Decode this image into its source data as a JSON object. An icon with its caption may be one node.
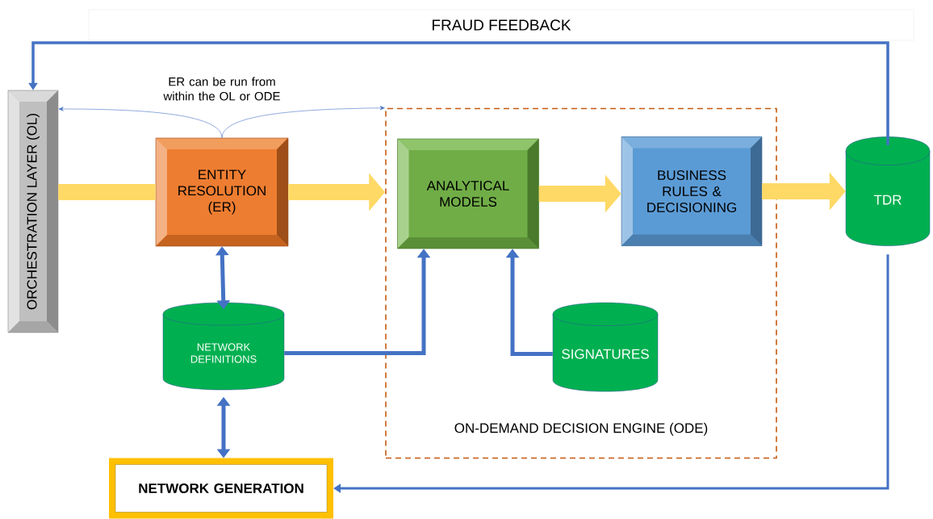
{
  "diagram": {
    "nodes": [
      {
        "text": [
          "ORCHESTRATION LAYER (OL)"
        ]
      },
      {
        "text": [
          "ON-DEMAND DECISION ENGINE (ODE)"
        ]
      },
      {
        "text": [
          "ENTITY RESOLUTION (ER)"
        ]
      },
      {
        "text": [
          "ANALYTICAL MODELS"
        ],
        "in": 1
      },
      {
        "text": [
          "BUSINESS RULES & DECISIONING"
        ],
        "in": 1
      },
      {
        "text": [
          "TDR"
        ]
      },
      {
        "text": [
          "NETWORK DEFINITIONS"
        ]
      },
      {
        "text": [
          "SIGNATURES"
        ],
        "in": 1
      },
      {
        "text": [
          "NETWORK GENERATION"
        ]
      }
    ],
    "edges": [
      {
        "from": 0,
        "to": 2,
        "arrow": "none",
        "style": "thick",
        "color": "#ffd966"
      },
      {
        "from": 2,
        "to": 1,
        "arrow": "to",
        "style": "thick",
        "color": "#ffd966"
      },
      {
        "from": 3,
        "to": 4,
        "arrow": "to",
        "style": "thick",
        "color": "#ffd966"
      },
      {
        "from": 4,
        "to": 5,
        "arrow": "to",
        "style": "thick",
        "color": "#ffd966"
      },
      {
        "from": 2,
        "to": 6,
        "arrow": "both"
      },
      {
        "from": 6,
        "to": 8,
        "arrow": "both"
      },
      {
        "from": 6,
        "to": 3,
        "arrow": "to"
      },
      {
        "from": 7,
        "to": 3,
        "arrow": "to"
      },
      {
        "from": 5,
        "to": 0,
        "arrow": "to",
        "label": "FRAUD FEEDBACK"
      },
      {
        "from": 5,
        "to": 8,
        "arrow": "to"
      },
      {
        "from": 2,
        "to": 0,
        "arrow": "to"
      },
      {
        "from": 2,
        "to": 1,
        "arrow": "to"
      }
    ],
    "labels": [
      "ER can be run from within the OL or ODE"
    ]
  }
}
